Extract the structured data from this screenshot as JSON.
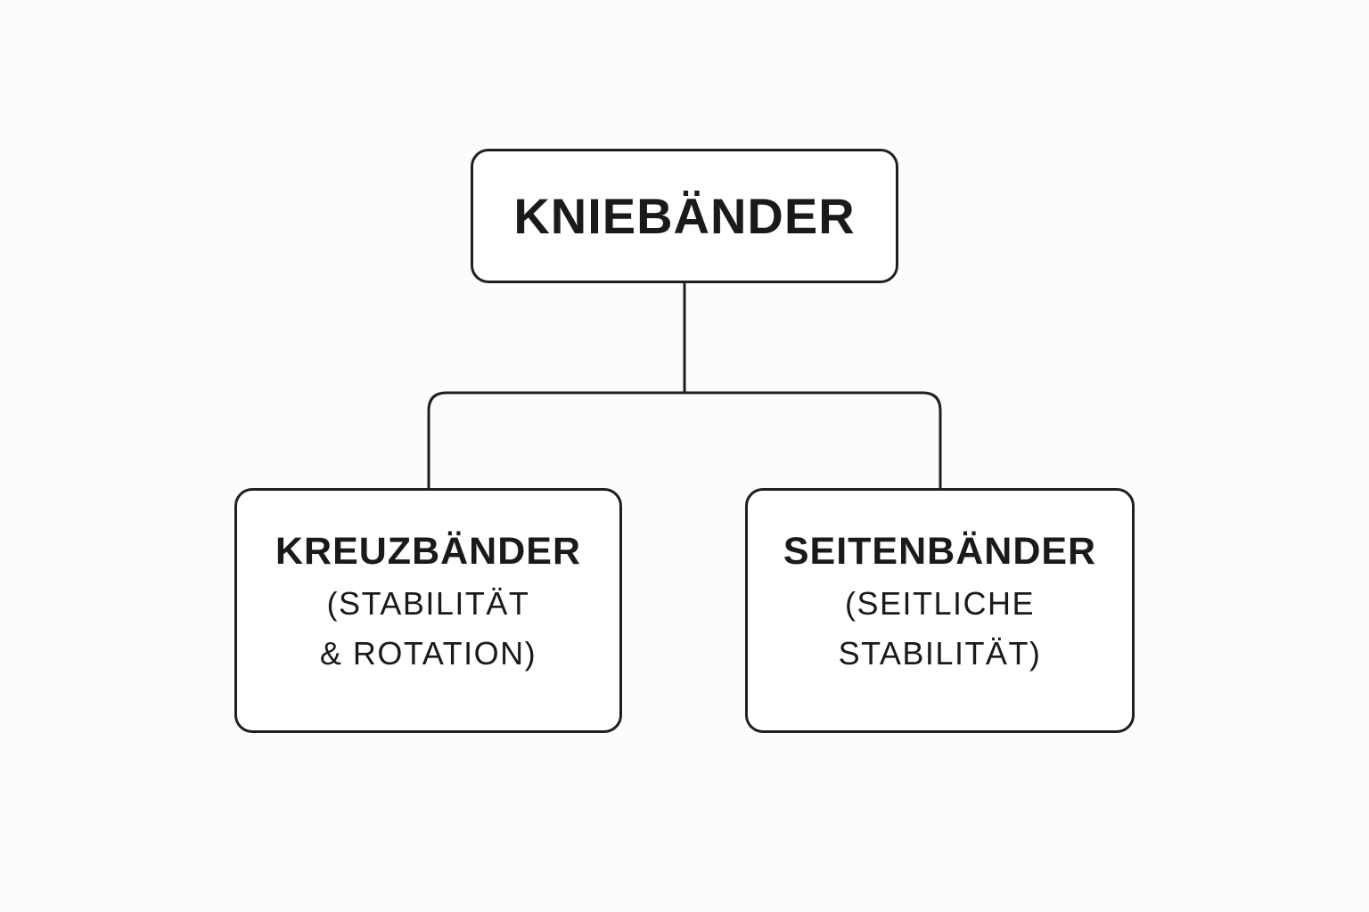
{
  "diagram": {
    "root": {
      "label": "KNIEBÄNDER"
    },
    "children": [
      {
        "label": "KREUZBÄNDER",
        "description_line1": "(STABILITÄT",
        "description_line2": "& ROTATION)"
      },
      {
        "label": "SEITENBÄNDER",
        "description_line1": "(SEITLICHE",
        "description_line2": "STABILITÄT)"
      }
    ]
  },
  "colors": {
    "background": "#fcfcfa",
    "box_fill": "#ffffff",
    "stroke": "#1f1f1f",
    "text": "#1a1a1a"
  }
}
